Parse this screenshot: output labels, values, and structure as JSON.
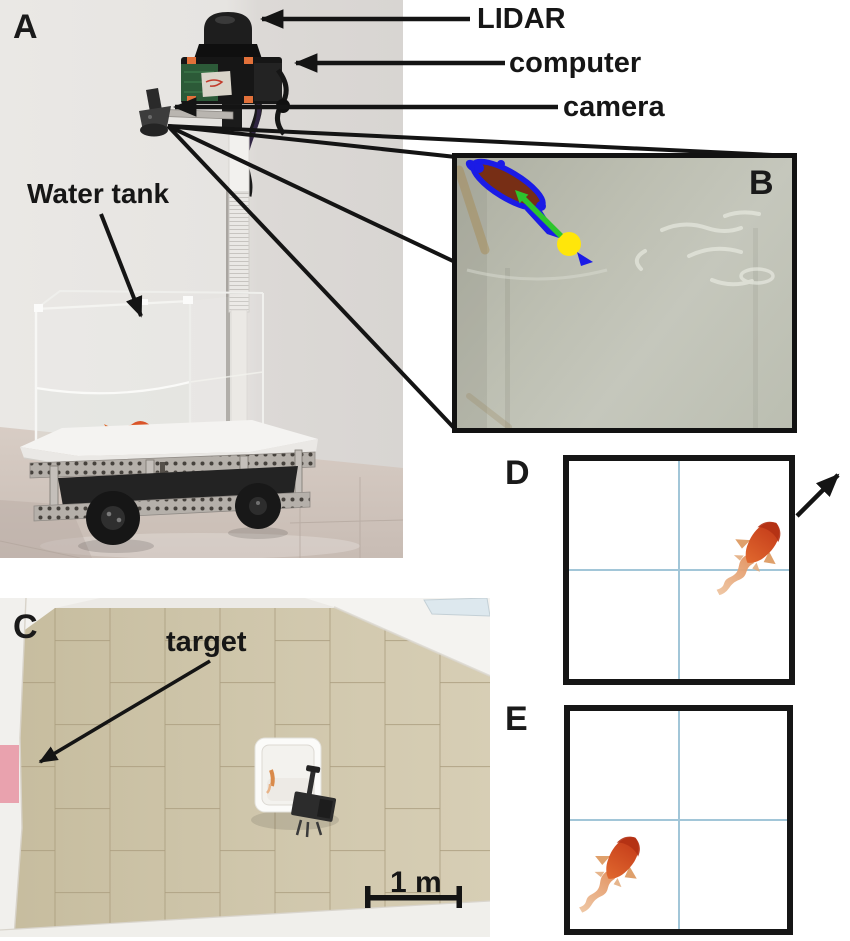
{
  "figure": {
    "panels": {
      "a": {
        "letter": "A",
        "labels": {
          "lidar": "LIDAR",
          "computer": "computer",
          "camera": "camera",
          "water_tank": "Water tank"
        }
      },
      "b": {
        "letter": "B"
      },
      "c": {
        "letter": "C",
        "labels": {
          "target": "target",
          "scale_bar": "1 m"
        }
      },
      "d": {
        "letter": "D"
      },
      "e": {
        "letter": "E"
      }
    },
    "colors": {
      "tracking_outline_blue": "#1b1be6",
      "heading_arrow_green": "#2dc52d",
      "centroid_marker_yellow": "#ffe60a",
      "crosshair_blue": "#a2c6d8",
      "target_pink": "#e9a2ae",
      "fish_orange": "#d4502a",
      "annotation_black": "#141414"
    }
  }
}
